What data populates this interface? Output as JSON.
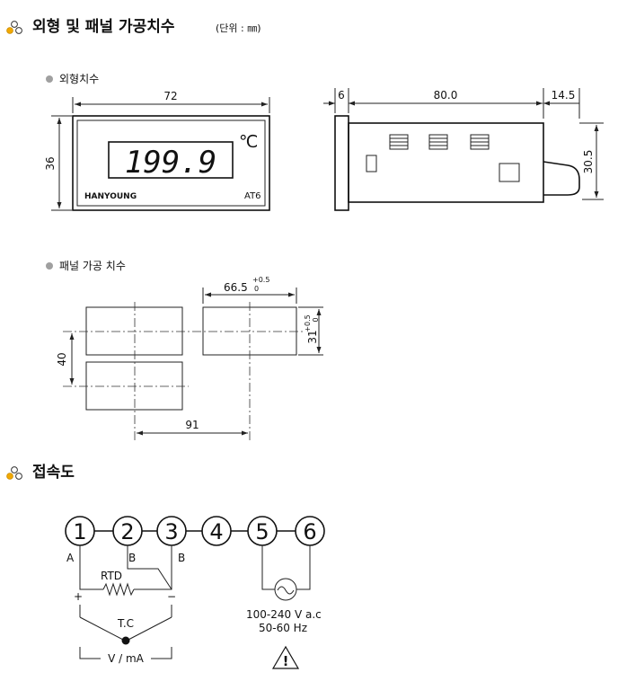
{
  "headings": {
    "section1": "외형 및 패널 가공치수",
    "section1_unit": "(단위 : ㎜)",
    "outline": "외형치수",
    "panel_cut": "패널 가공 치수",
    "section2": "접속도"
  },
  "front_view": {
    "width": "72",
    "height": "36",
    "display_value": "199.9",
    "unit": "℃",
    "brand": "HANYOUNG",
    "model": "AT6"
  },
  "side_view": {
    "bezel": "6",
    "body_length": "80.0",
    "terminal_length": "14.5",
    "height": "30.5"
  },
  "panel_cutout": {
    "width": "66.5",
    "width_tol_upper": "+0.5",
    "width_tol_lower": "0",
    "height": "31",
    "height_tol_upper": "+0.5",
    "height_tol_lower": "0",
    "vertical_pitch": "40",
    "horizontal_pitch": "91"
  },
  "wiring": {
    "terminals": [
      "1",
      "2",
      "3",
      "4",
      "5",
      "6"
    ],
    "label_a": "A",
    "label_b1": "B",
    "label_b2": "B",
    "rtd": "RTD",
    "plus": "+",
    "minus": "−",
    "tc": "T.C",
    "vma": "V / mA",
    "power_voltage": "100-240 V a.c",
    "power_freq": "50-60 Hz",
    "warning_mark": "!"
  }
}
